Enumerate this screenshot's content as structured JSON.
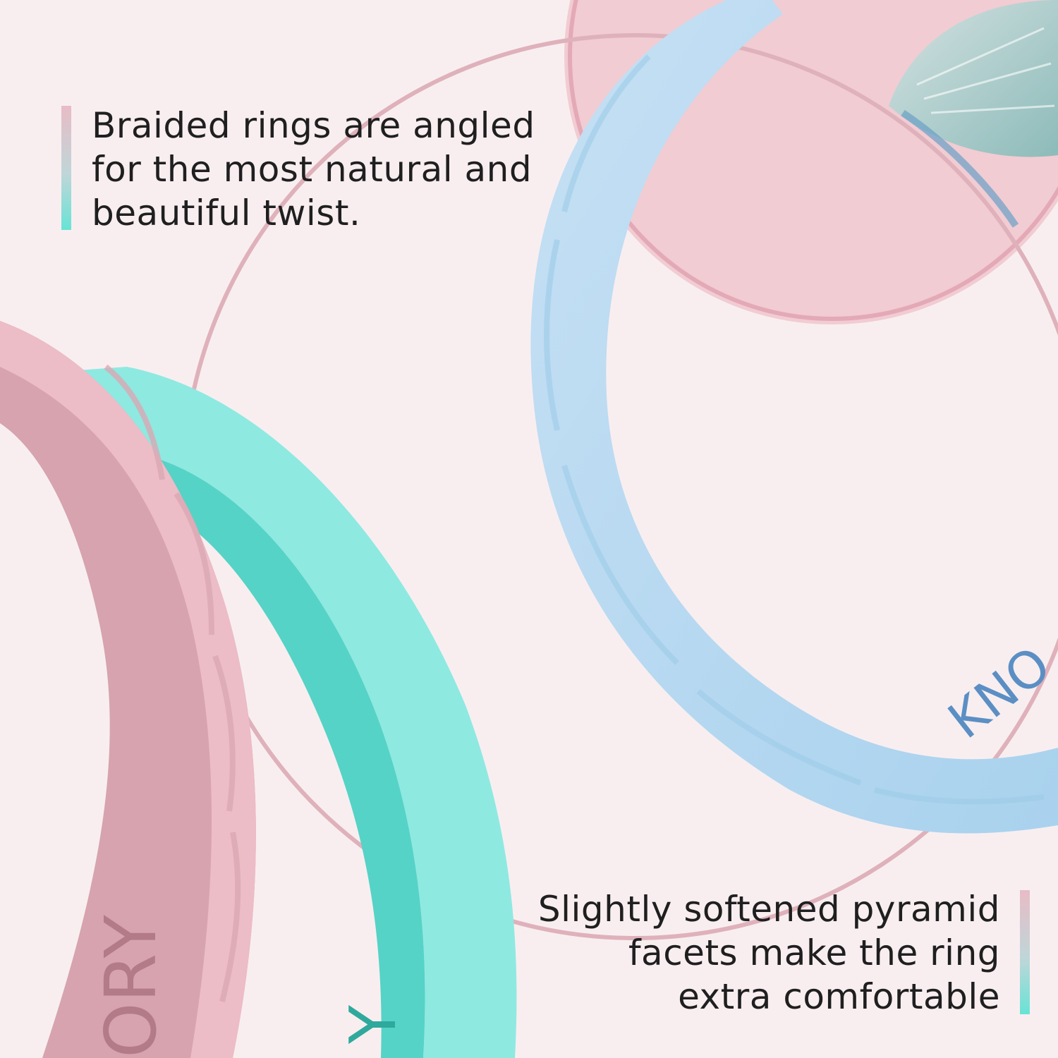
{
  "captions": {
    "top": {
      "lines": [
        "Braided rings are angled",
        "for the most natural and",
        "beautiful twist."
      ]
    },
    "bottom": {
      "lines": [
        "Slightly softened pyramid",
        "facets make the ring",
        "extra comfortable"
      ]
    }
  },
  "ring_engravings": {
    "pink_ring": "ORY",
    "teal_ring": "Y",
    "blue_ring": "KNO"
  },
  "colors": {
    "background": "#f8eef0",
    "pink_ring": "#d6a3ae",
    "teal_ring": "#5fd9cd",
    "blue_ring": "#b3d7ef",
    "accent_gradient": [
      "#e8bcc6",
      "#bfd6d8",
      "#68e3d6"
    ]
  }
}
